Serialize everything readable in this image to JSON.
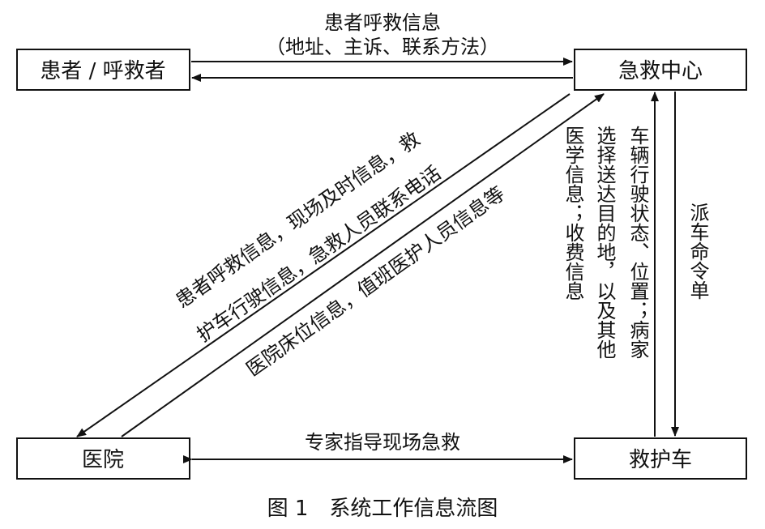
{
  "nodes": {
    "patient": "患者 / 呼救者",
    "center": "急救中心",
    "hospital": "医院",
    "ambulance": "救护车"
  },
  "edges": {
    "patient_to_center_line1": "患者呼救信息",
    "patient_to_center_line2": "（地址、主诉、联系方法）",
    "center_to_hospital_line1": "患者呼救信息，现场及时信息，救",
    "center_to_hospital_line2": "护车行驶信息，急救人员联系电话",
    "hospital_to_center": "医院床位信息，值班医护人员信息等",
    "ambulance_to_center_col1": "车辆行驶状态、位置；病家",
    "ambulance_to_center_col2": "选择送达目的地，以及其他",
    "ambulance_to_center_col3": "医学信息；收费信息",
    "center_to_ambulance": "派车命令单",
    "hospital_ambulance": "专家指导现场急救"
  },
  "caption": "图 1　系统工作信息流图"
}
